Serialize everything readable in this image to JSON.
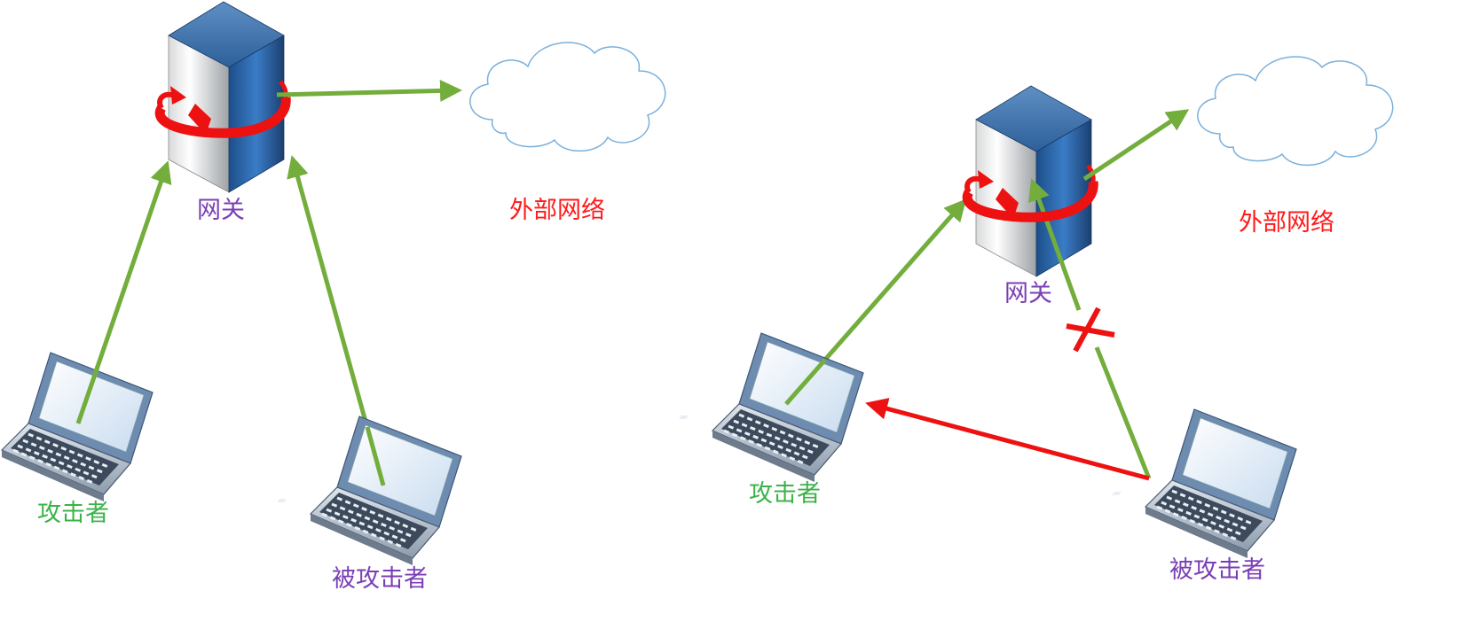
{
  "colors": {
    "gateway_label": "#7a3fb5",
    "external_label": "#ff1a1a",
    "attacker_label": "#3cb34a",
    "victim_label": "#7a3fb5",
    "green_arrow": "#73ad3c",
    "red_arrow": "#ee1111",
    "cloud_stroke": "#7ab0dc"
  },
  "left_scenario": {
    "gateway_label": "网关",
    "external_label": "外部网络",
    "attacker_label": "攻击者",
    "victim_label": "被攻击者"
  },
  "right_scenario": {
    "gateway_label": "网关",
    "external_label": "外部网络",
    "attacker_label": "攻击者",
    "victim_label": "被攻击者",
    "blocked_mark": "X"
  },
  "icons": [
    "server-icon",
    "cloud-icon",
    "laptop-icon",
    "rotate-arrow-icon",
    "blocked-cross-icon"
  ]
}
